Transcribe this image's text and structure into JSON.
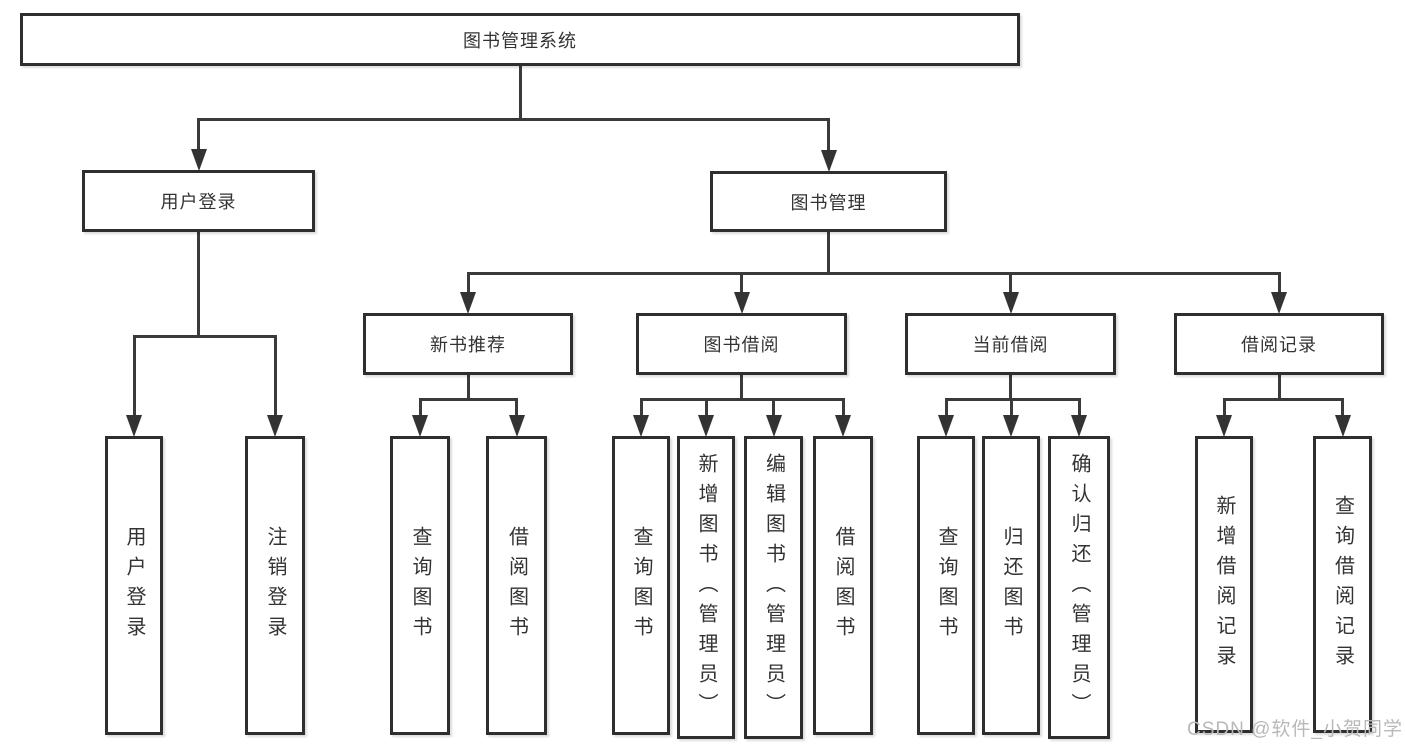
{
  "diagram": {
    "title": "图书管理系统",
    "nodes": [
      {
        "id": "root",
        "label": "图书管理系统",
        "orient": "h"
      },
      {
        "id": "login",
        "label": "用户登录",
        "orient": "h"
      },
      {
        "id": "manage",
        "label": "图书管理",
        "orient": "h"
      },
      {
        "id": "newbook",
        "label": "新书推荐",
        "orient": "h"
      },
      {
        "id": "borrow",
        "label": "图书借阅",
        "orient": "h"
      },
      {
        "id": "current",
        "label": "当前借阅",
        "orient": "h"
      },
      {
        "id": "records",
        "label": "借阅记录",
        "orient": "h"
      },
      {
        "id": "login-login",
        "label": "用户登录",
        "orient": "v"
      },
      {
        "id": "login-logout",
        "label": "注销登录",
        "orient": "v"
      },
      {
        "id": "newbook-query",
        "label": "查询图书",
        "orient": "v"
      },
      {
        "id": "newbook-borrow",
        "label": "借阅图书",
        "orient": "v"
      },
      {
        "id": "borrow-query",
        "label": "查询图书",
        "orient": "v"
      },
      {
        "id": "borrow-add",
        "label": "新增图书（管理员）",
        "orient": "v"
      },
      {
        "id": "borrow-edit",
        "label": "编辑图书（管理员）",
        "orient": "v"
      },
      {
        "id": "borrow-borrow",
        "label": "借阅图书",
        "orient": "v"
      },
      {
        "id": "current-query",
        "label": "查询图书",
        "orient": "v"
      },
      {
        "id": "current-return",
        "label": "归还图书",
        "orient": "v"
      },
      {
        "id": "current-confirm",
        "label": "确认归还（管理员）",
        "orient": "v"
      },
      {
        "id": "records-add",
        "label": "新增借阅记录",
        "orient": "v"
      },
      {
        "id": "records-query",
        "label": "查询借阅记录",
        "orient": "v"
      }
    ],
    "edges": [
      {
        "from": "root",
        "to": [
          "login",
          "manage"
        ]
      },
      {
        "from": "login",
        "to": [
          "login-login",
          "login-logout"
        ]
      },
      {
        "from": "manage",
        "to": [
          "newbook",
          "borrow",
          "current",
          "records"
        ]
      },
      {
        "from": "newbook",
        "to": [
          "newbook-query",
          "newbook-borrow"
        ]
      },
      {
        "from": "borrow",
        "to": [
          "borrow-query",
          "borrow-add",
          "borrow-edit",
          "borrow-borrow"
        ]
      },
      {
        "from": "current",
        "to": [
          "current-query",
          "current-return",
          "current-confirm"
        ]
      },
      {
        "from": "records",
        "to": [
          "records-add",
          "records-query"
        ]
      }
    ]
  },
  "watermark": "CSDN @软件_小贺同学",
  "colors": {
    "line": "#3a3a3a",
    "border": "#2e2e2e",
    "text": "#333333",
    "watermark": "#b9b9b9",
    "background": "#ffffff"
  }
}
